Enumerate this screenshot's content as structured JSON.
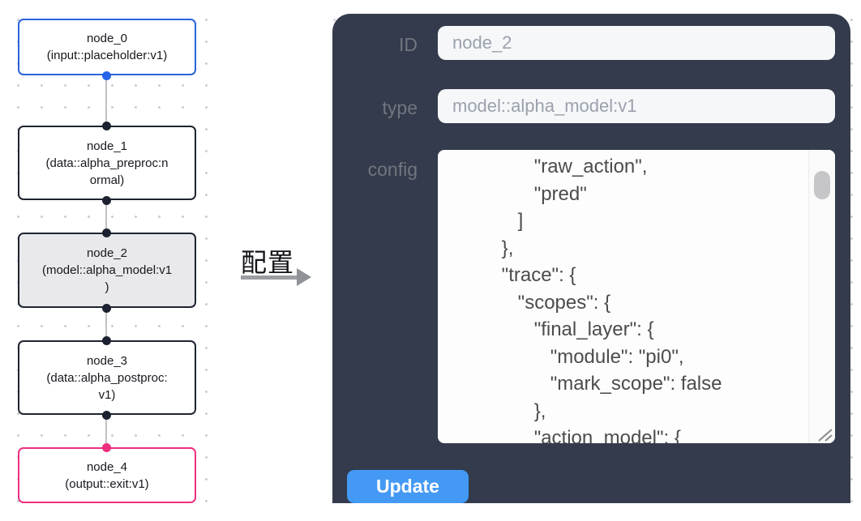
{
  "flowchart": {
    "nodes": [
      {
        "title": "node_0",
        "subtitle": "(input::placeholder:v1)",
        "kind": "input",
        "border_color": "#2b62d9",
        "fill": "#ffffff"
      },
      {
        "title": "node_1",
        "subtitle": "(data::alpha_preproc:n\normal)",
        "kind": "data",
        "border_color": "#1e2430",
        "fill": "#ffffff"
      },
      {
        "title": "node_2",
        "subtitle": "(model::alpha_model:v1\n)",
        "kind": "model-selected",
        "border_color": "#1e2430",
        "fill": "#e9e9eb"
      },
      {
        "title": "node_3",
        "subtitle": "(data::alpha_postproc:\nv1)",
        "kind": "data",
        "border_color": "#1e2430",
        "fill": "#ffffff"
      },
      {
        "title": "node_4",
        "subtitle": "(output::exit:v1)",
        "kind": "output",
        "border_color": "#ee2f7f",
        "fill": "#ffffff"
      }
    ],
    "port_colors": {
      "input_out": "#2563eb",
      "default": "#1b2130",
      "output_in": "#ee2f7f"
    },
    "edge_color": "#c2c2c4"
  },
  "transfer": {
    "label": "配置",
    "arrow_icon": "right-arrow",
    "arrow_color": "#9a9da1"
  },
  "panel": {
    "background_color": "#333b4c",
    "fields": [
      {
        "label": "ID",
        "value": "node_2"
      },
      {
        "label": "type",
        "value": "model::alpha_model:v1"
      }
    ],
    "config_label": "config",
    "config_value": "                \"raw_action\",\n                \"pred\"\n             ]\n          },\n          \"trace\": {\n             \"scopes\": {\n                \"final_layer\": {\n                   \"module\": \"pi0\",\n                   \"mark_scope\": false\n                },\n                \"action_model\": {",
    "update_label": "Update",
    "accent_color": "#4499f5"
  }
}
